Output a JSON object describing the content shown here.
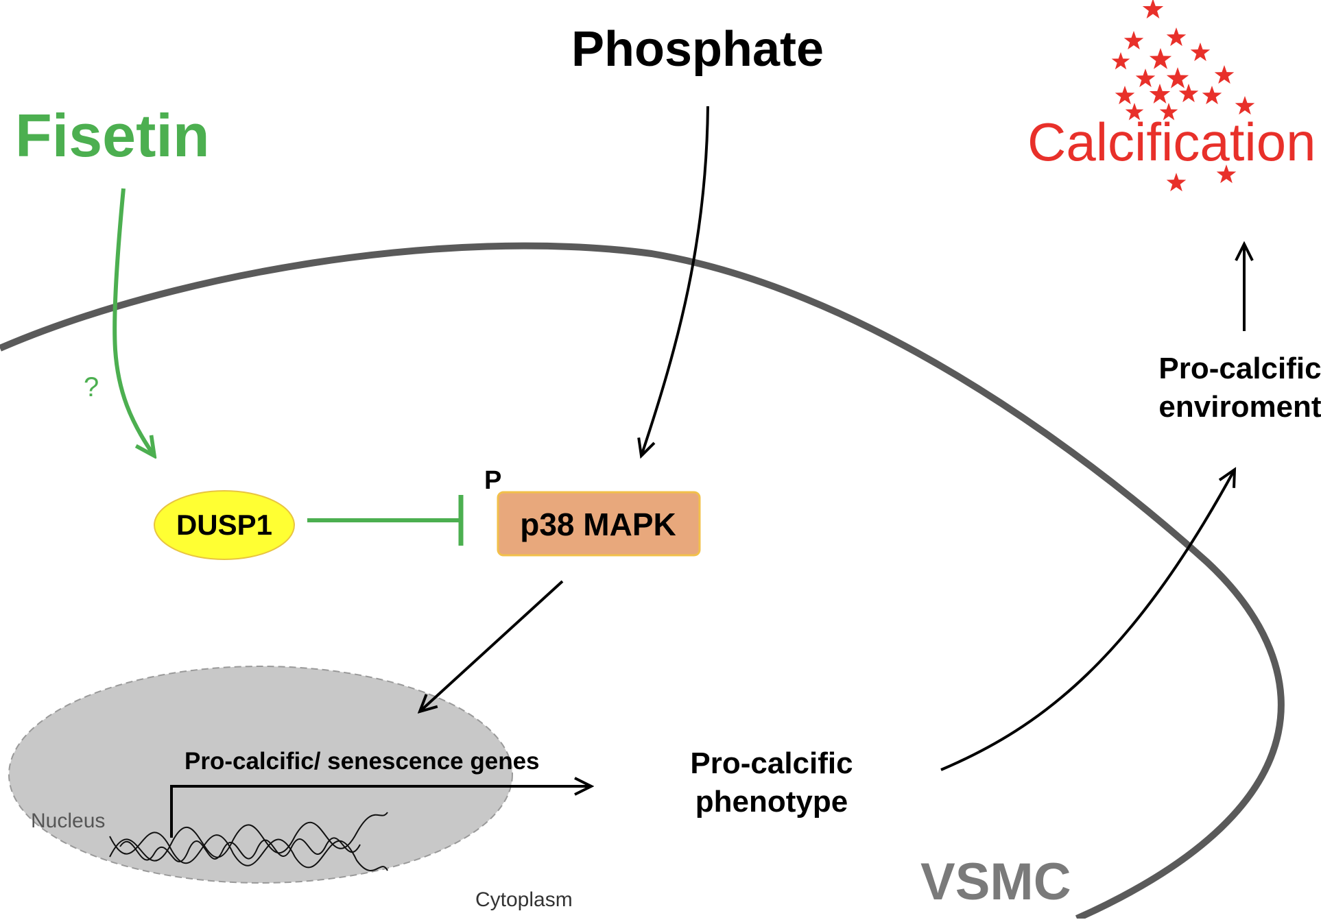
{
  "labels": {
    "fisetin": "Fisetin",
    "phosphate": "Phosphate",
    "calcification": "Calcification",
    "question_mark": "?",
    "dusp1": "DUSP1",
    "phospho": "P",
    "p38_mapk": "p38 MAPK",
    "pro_calcific_environment_line1": "Pro-calcific",
    "pro_calcific_environment_line2": "enviroment",
    "genes": "Pro-calcific/ senescence genes",
    "nucleus": "Nucleus",
    "cytoplasm": "Cytoplasm",
    "phenotype_line1": "Pro-calcific",
    "phenotype_line2": "phenotype",
    "vsmc": "VSMC"
  },
  "colors": {
    "fisetin_green": "#4caf50",
    "calcification_red": "#e8302a",
    "dusp1_fill": "#ffff33",
    "dusp1_stroke": "#e8c440",
    "p38_fill": "#e8a87c",
    "p38_stroke": "#f2c04a",
    "membrane": "#5a5a5a",
    "nucleus_fill": "#c8c8c8",
    "nucleus_stroke": "#999999",
    "vsmc_gray": "#7a7a7a",
    "arrow_black": "#000000"
  }
}
